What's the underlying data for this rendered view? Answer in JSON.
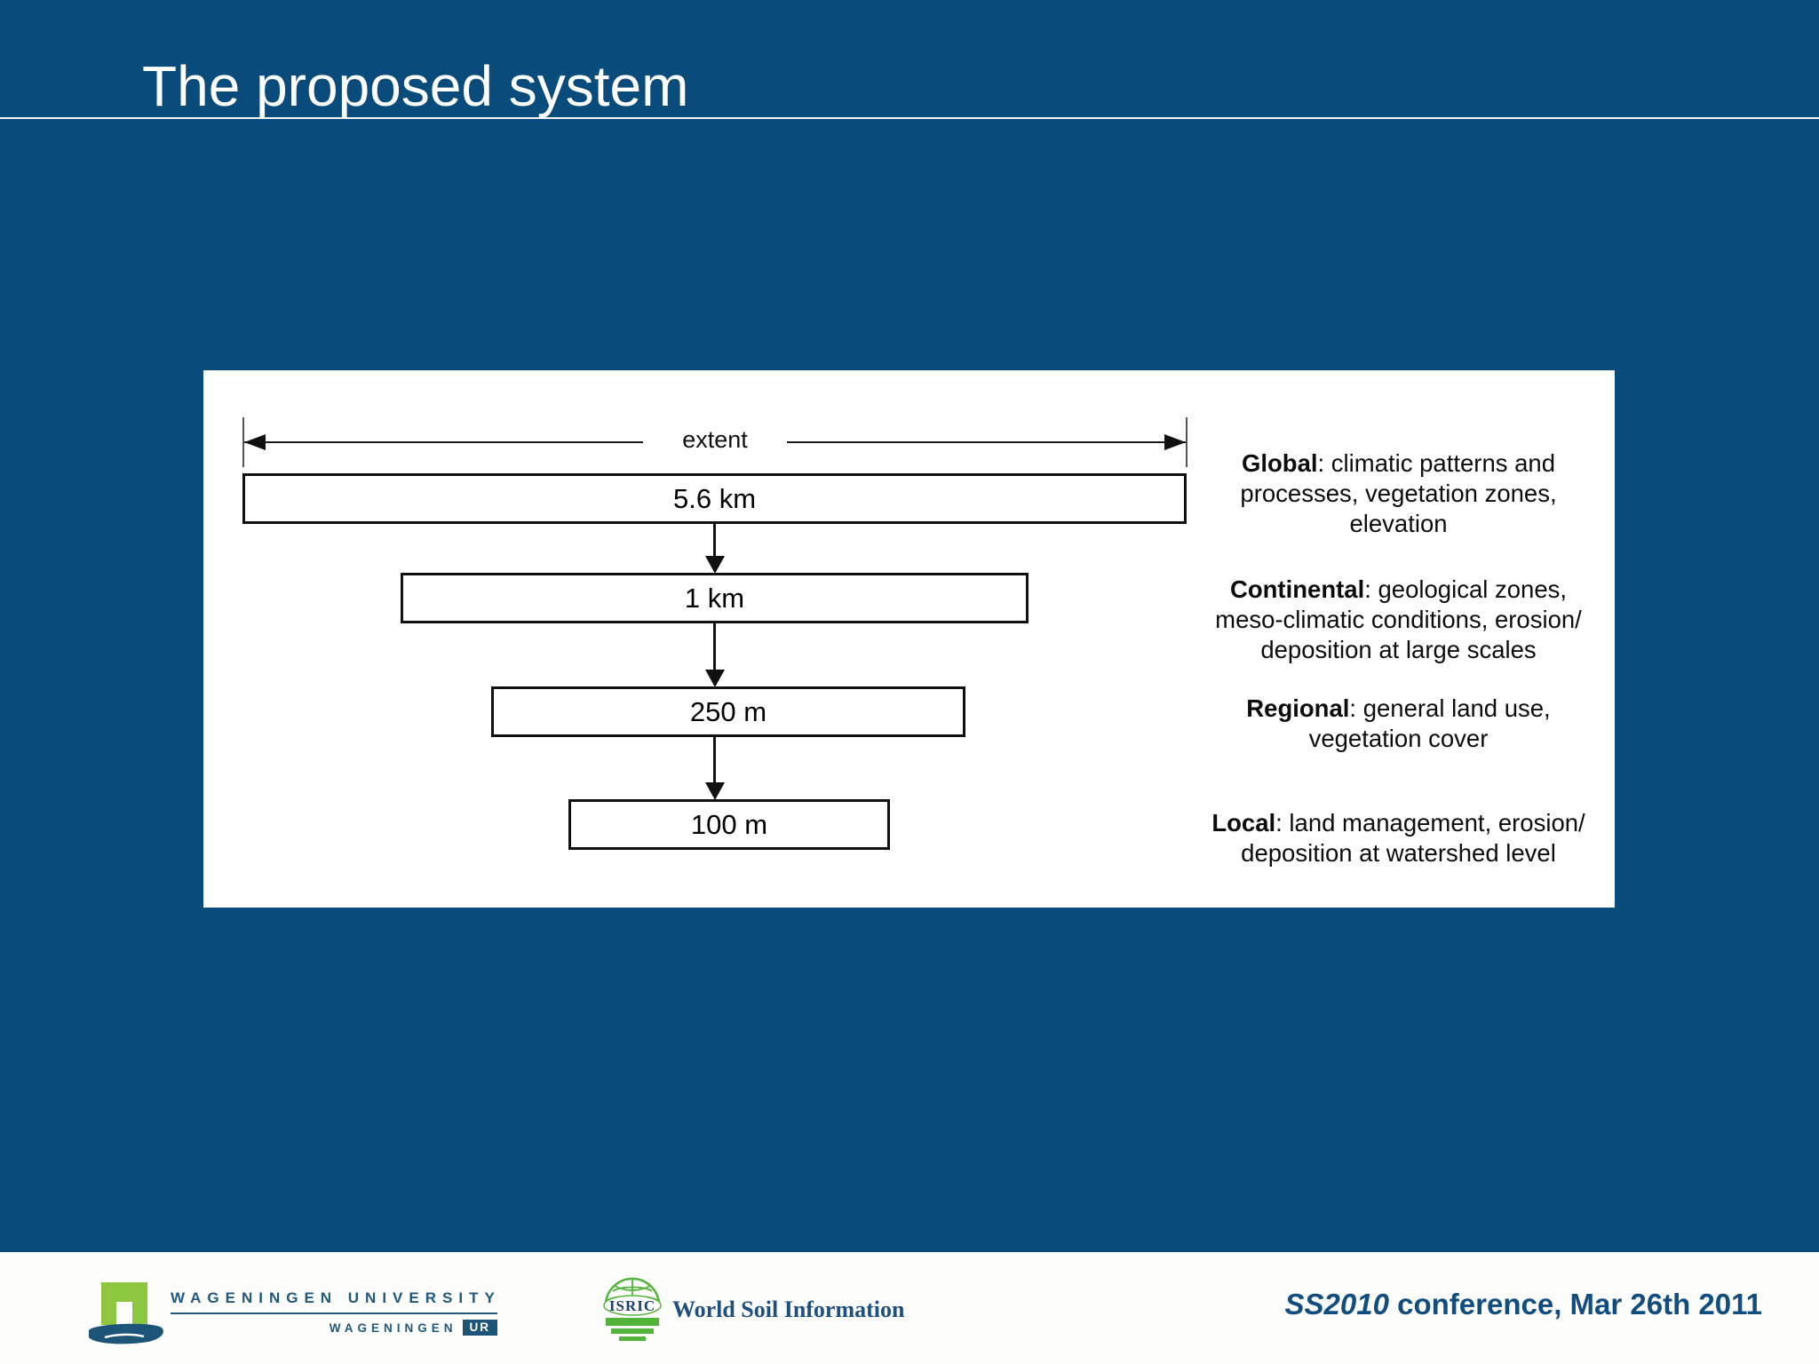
{
  "colors": {
    "background": "#094b7b",
    "panel": "#ffffff",
    "diagram_ink": "#111111",
    "brand_blue": "#20587e",
    "logo_green_arch": "#8dc63f",
    "logo_green_globe": "#52b43a",
    "conference_blue": "#114d7e"
  },
  "header": {
    "title": "The proposed system"
  },
  "diagram": {
    "extent_label": "extent",
    "boxes": [
      {
        "label": "5.6 km"
      },
      {
        "label": "1 km"
      },
      {
        "label": "250 m"
      },
      {
        "label": "100 m"
      }
    ],
    "descriptions": [
      {
        "term": "Global",
        "text": ": climatic patterns and processes, vegetation zones, elevation"
      },
      {
        "term": "Continental",
        "text": ": geological zones, meso-climatic conditions, erosion/ deposition at large scales"
      },
      {
        "term": "Regional",
        "text": ": general land use, vegetation cover"
      },
      {
        "term": "Local",
        "text": ": land management, erosion/ deposition at watershed level"
      }
    ]
  },
  "footer": {
    "wageningen": {
      "line1": "WAGENINGEN UNIVERSITY",
      "line2": "WAGENINGEN",
      "ur_badge": "UR"
    },
    "isric": {
      "logo_text": "ISRIC",
      "name": "World Soil Information"
    },
    "conference": {
      "prefix": "SS2010",
      "rest": " conference, Mar 26th 2011"
    }
  }
}
